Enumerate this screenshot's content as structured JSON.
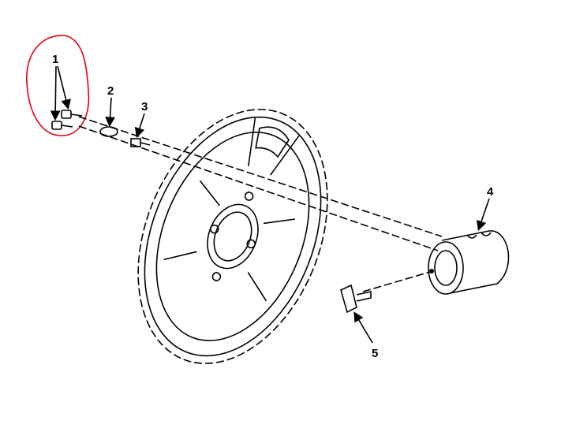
{
  "diagram": {
    "callouts": [
      {
        "id": "1",
        "label": "1"
      },
      {
        "id": "2",
        "label": "2"
      },
      {
        "id": "3",
        "label": "3"
      },
      {
        "id": "4",
        "label": "4"
      },
      {
        "id": "5",
        "label": "5"
      }
    ],
    "annotation_color": "#e8000b"
  }
}
